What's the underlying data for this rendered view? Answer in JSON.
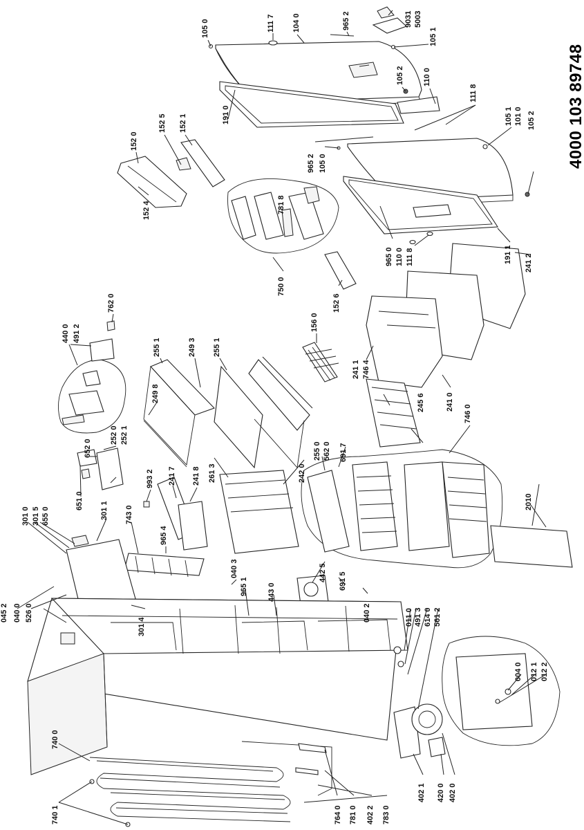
{
  "document_number": "4000 103 89748",
  "part_labels": [
    "105 0",
    "111 7",
    "104 0",
    "965 2",
    "9031",
    "5003",
    "105 1",
    "105 2",
    "110 0",
    "111 8",
    "191 0",
    "152 0",
    "152 5",
    "152 1",
    "152 4",
    "105 1",
    "101 0",
    "105 2",
    "965 2",
    "105 0",
    "781 8",
    "965 0",
    "110 0",
    "111 8",
    "191 1",
    "241 2",
    "750 0",
    "152 6",
    "156 0",
    "762 0",
    "440 0",
    "491 2",
    "255 1",
    "249 3",
    "255 1",
    "249 8",
    "241 1",
    "746 4",
    "245 6",
    "241 0",
    "746 0",
    "652 0",
    "252 0",
    "252 1",
    "651 0",
    "993 2",
    "261 3",
    "242 0",
    "255 0",
    "562 0",
    "691 7",
    "301 0",
    "301 5",
    "655 0",
    "301 1",
    "743 0",
    "241 7",
    "241 8",
    "965 4",
    "040 3",
    "965 1",
    "442 5",
    "443 0",
    "691 5",
    "2010",
    "045 2",
    "040 0",
    "526 0",
    "301 4",
    "040 2",
    "011 0",
    "491 3",
    "614 0",
    "561 2",
    "004 0",
    "012 1",
    "012 2",
    "740 0",
    "740 1",
    "764 0",
    "781 0",
    "402 2",
    "783 0",
    "402 1",
    "420 0",
    "402 0"
  ]
}
